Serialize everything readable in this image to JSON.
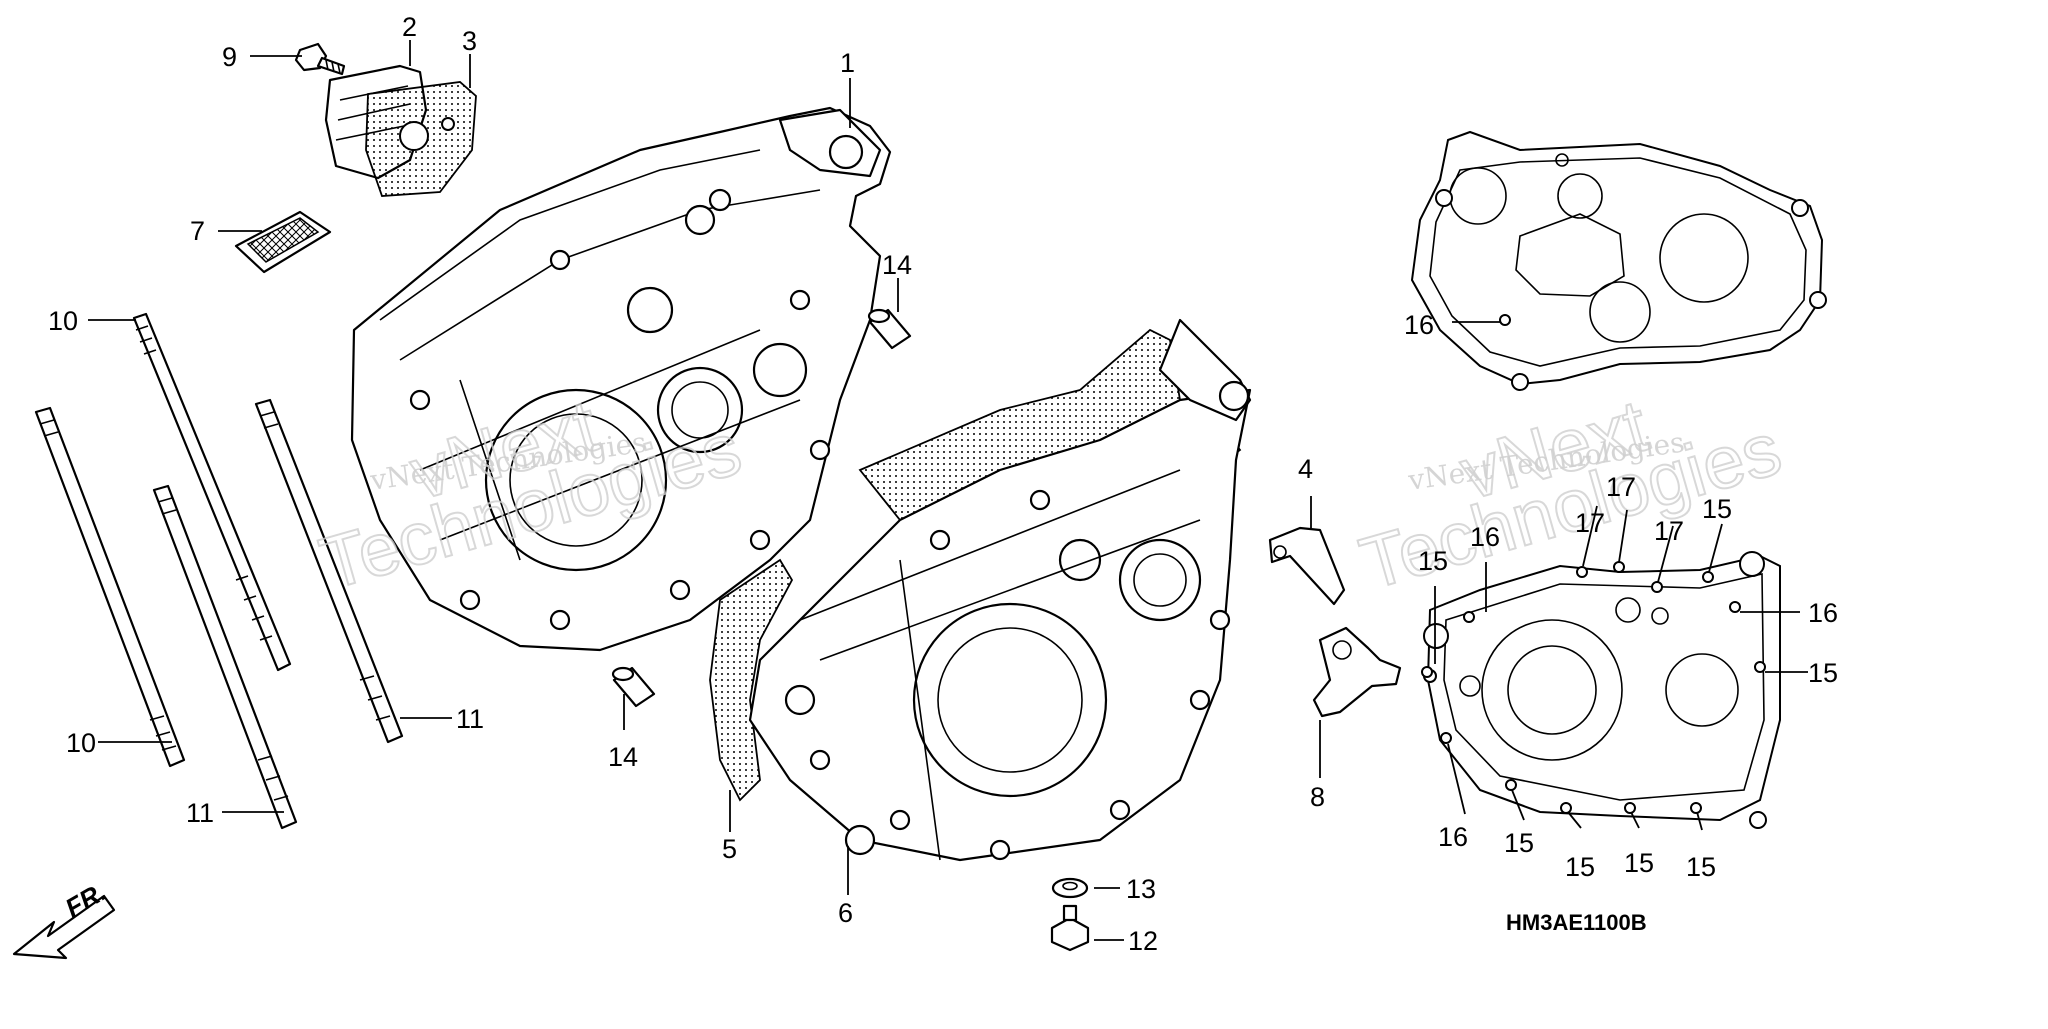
{
  "diagram": {
    "diagram_code": "HM3AE1100B",
    "direction_label": "FR.",
    "watermark": {
      "company": "vNext Technologies",
      "word_top": "vNext",
      "word_bottom": "Technologies"
    },
    "callouts": [
      {
        "id": "c1",
        "text": "1"
      },
      {
        "id": "c2",
        "text": "2"
      },
      {
        "id": "c3",
        "text": "3"
      },
      {
        "id": "c4",
        "text": "4"
      },
      {
        "id": "c5",
        "text": "5"
      },
      {
        "id": "c6",
        "text": "6"
      },
      {
        "id": "c7",
        "text": "7"
      },
      {
        "id": "c8",
        "text": "8"
      },
      {
        "id": "c9",
        "text": "9"
      },
      {
        "id": "c10a",
        "text": "10"
      },
      {
        "id": "c10b",
        "text": "10"
      },
      {
        "id": "c11a",
        "text": "11"
      },
      {
        "id": "c11b",
        "text": "11"
      },
      {
        "id": "c12",
        "text": "12"
      },
      {
        "id": "c13",
        "text": "13"
      },
      {
        "id": "c14a",
        "text": "14"
      },
      {
        "id": "c14b",
        "text": "14"
      },
      {
        "id": "c15a",
        "text": "15"
      },
      {
        "id": "c15b",
        "text": "15"
      },
      {
        "id": "c15c",
        "text": "15"
      },
      {
        "id": "c15d",
        "text": "15"
      },
      {
        "id": "c15e",
        "text": "15"
      },
      {
        "id": "c15f",
        "text": "15"
      },
      {
        "id": "c15g",
        "text": "15"
      },
      {
        "id": "c16a",
        "text": "16"
      },
      {
        "id": "c16b",
        "text": "16"
      },
      {
        "id": "c16c",
        "text": "16"
      },
      {
        "id": "c16d",
        "text": "16"
      },
      {
        "id": "c17a",
        "text": "17"
      },
      {
        "id": "c17b",
        "text": "17"
      },
      {
        "id": "c17c",
        "text": "17"
      }
    ]
  }
}
